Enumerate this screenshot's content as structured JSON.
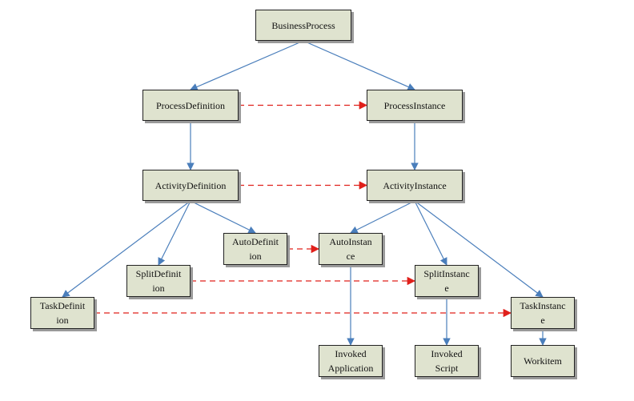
{
  "nodes": {
    "business_process": "BusinessProcess",
    "process_definition": "ProcessDefinition",
    "process_instance": "ProcessInstance",
    "activity_definition": "ActivityDefinition",
    "activity_instance": "ActivityInstance",
    "auto_definition": "AutoDefinit\nion",
    "auto_instance": "AutoInstan\nce",
    "split_definition": "SplitDefinit\nion",
    "split_instance": "SplitInstanc\ne",
    "task_definition": "TaskDefinit\nion",
    "task_instance": "TaskInstanc\ne",
    "invoked_application": "Invoked\nApplication",
    "invoked_script": "Invoked\nScript",
    "workitem": "Workitem"
  },
  "edges": {
    "hierarchy": [
      [
        "business_process",
        "process_definition"
      ],
      [
        "business_process",
        "process_instance"
      ],
      [
        "process_definition",
        "activity_definition"
      ],
      [
        "process_instance",
        "activity_instance"
      ],
      [
        "activity_definition",
        "auto_definition"
      ],
      [
        "activity_definition",
        "split_definition"
      ],
      [
        "activity_definition",
        "task_definition"
      ],
      [
        "activity_instance",
        "auto_instance"
      ],
      [
        "activity_instance",
        "split_instance"
      ],
      [
        "activity_instance",
        "task_instance"
      ],
      [
        "auto_instance",
        "invoked_application"
      ],
      [
        "split_instance",
        "invoked_script"
      ],
      [
        "task_instance",
        "workitem"
      ]
    ],
    "instantiation": [
      [
        "process_definition",
        "process_instance"
      ],
      [
        "activity_definition",
        "activity_instance"
      ],
      [
        "auto_definition",
        "auto_instance"
      ],
      [
        "split_definition",
        "split_instance"
      ],
      [
        "task_definition",
        "task_instance"
      ]
    ]
  },
  "colors": {
    "hierarchy_edge": "#4a7ebb",
    "instantiation_edge": "#e0201b",
    "node_fill": "#dfe3cf",
    "node_border": "#222222"
  }
}
